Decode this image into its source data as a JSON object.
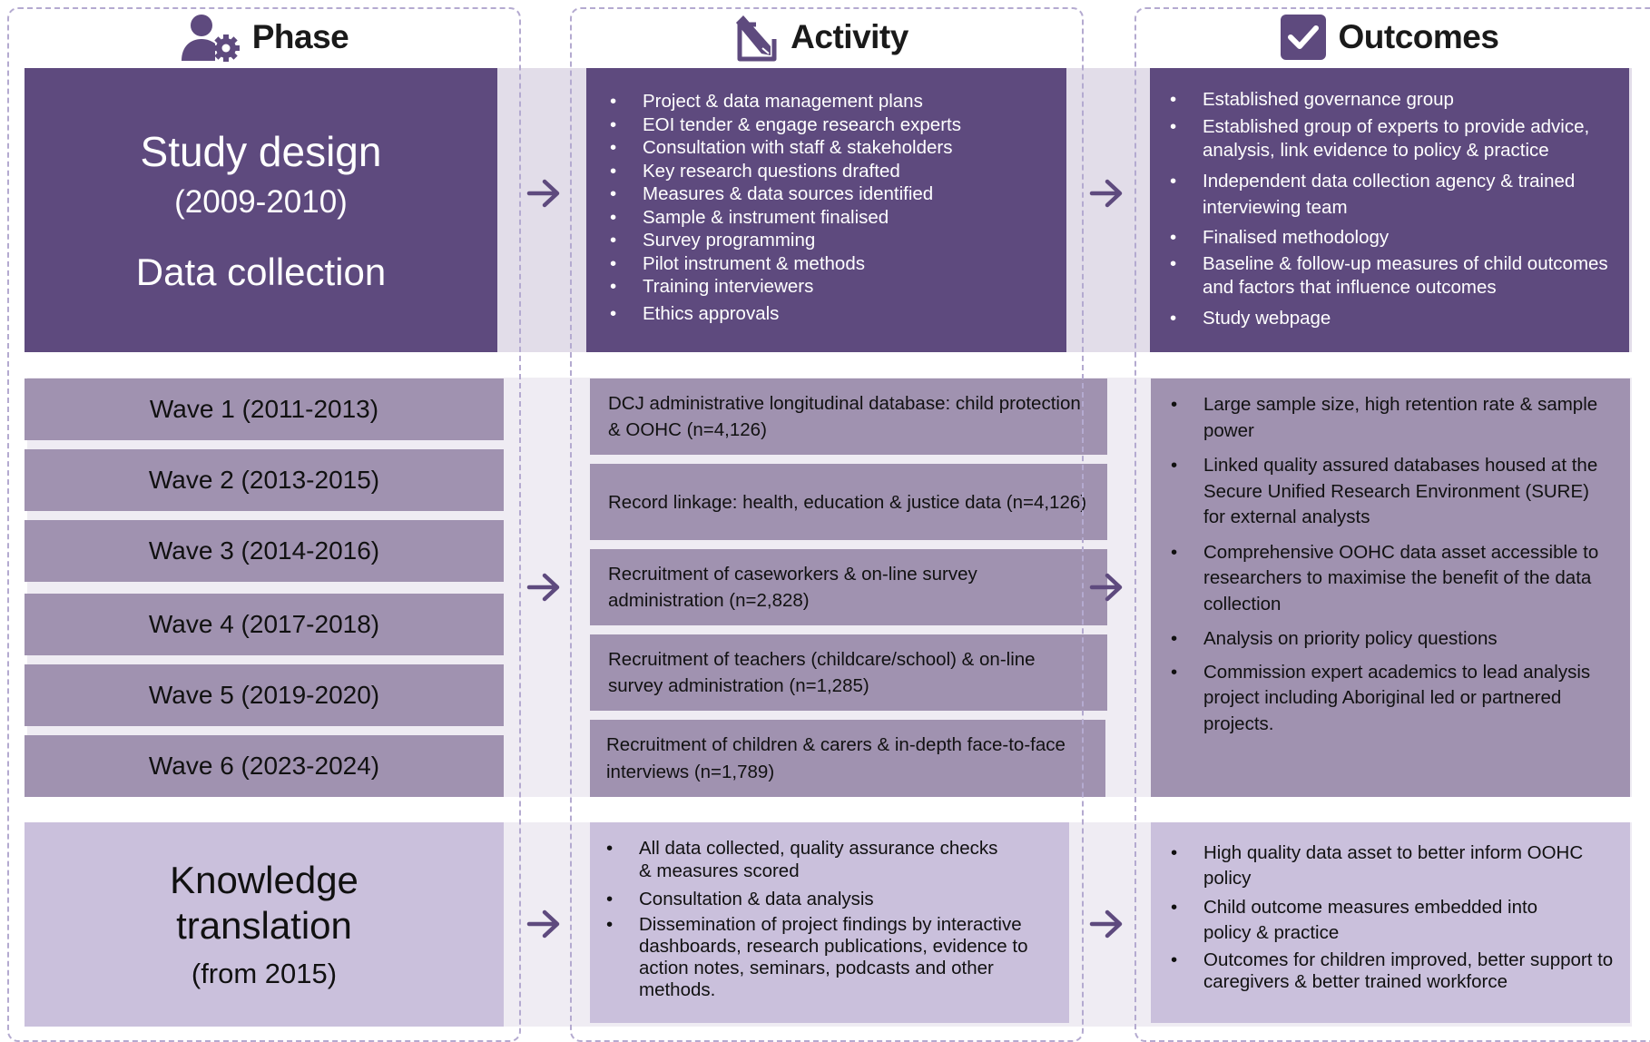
{
  "headers": {
    "phase": "Phase",
    "activity": "Activity",
    "outcomes": "Outcomes"
  },
  "icons": {
    "phase": "user-gear-icon",
    "activity": "pencil-square-icon",
    "outcomes": "check-square-icon",
    "arrow": "arrow-right-icon"
  },
  "colors": {
    "dark_purple": "#5e4a7e",
    "mid_purple": "#a092b0",
    "light_purple": "#cac0dc",
    "arrow": "#5e4a7e",
    "dashed_border": "#b4aad0"
  },
  "rows": {
    "design": {
      "phase_title": "Study design",
      "phase_years": "(2009-2010)",
      "phase_sub": "Data collection",
      "activities": [
        "Project & data management plans",
        "EOI tender & engage research experts",
        "Consultation with staff & stakeholders",
        "Key research questions drafted",
        "Measures & data sources identified",
        "Sample & instrument finalised",
        "Survey programming",
        "Pilot instrument & methods",
        "Training interviewers",
        "Ethics approvals"
      ],
      "outcomes": [
        "Established governance group",
        "Established group of experts to provide advice, analysis, link evidence to policy & practice",
        "Independent data collection agency & trained interviewing team",
        "Finalised methodology",
        "Baseline & follow-up measures of child outcomes and factors that influence outcomes",
        "Study webpage"
      ]
    },
    "waves": {
      "phases": [
        "Wave 1 (2011-2013)",
        "Wave 2 (2013-2015)",
        "Wave 3 (2014-2016)",
        "Wave 4 (2017-2018)",
        "Wave 5 (2019-2020)",
        "Wave 6 (2023-2024)"
      ],
      "activities": [
        "DCJ administrative longitudinal database: child protection & OOHC (n=4,126)",
        "Record linkage: health, education & justice data (n=4,126)",
        "Recruitment of caseworkers & on-line survey administration (n=2,828)",
        "Recruitment of teachers (childcare/school) & on-line survey administration (n=1,285)",
        "Recruitment of children & carers & in-depth face-to-face interviews (n=1,789)"
      ],
      "outcomes": [
        "Large sample size, high retention rate & sample power",
        "Linked quality assured databases housed at the Secure Unified Research Environment (SURE) for external analysts",
        "Comprehensive OOHC data asset accessible to researchers to maximise the benefit of the data collection",
        "Analysis on priority policy questions",
        "Commission expert academics to lead analysis project including Aboriginal led or partnered projects."
      ]
    },
    "knowledge": {
      "phase_title_1": "Knowledge",
      "phase_title_2": "translation",
      "phase_years": "(from 2015)",
      "activities": [
        "All data collected, quality assurance checks & measures scored",
        "Consultation & data analysis",
        "Dissemination of project findings by interactive dashboards, research publications, evidence to action notes, seminars, podcasts and other methods."
      ],
      "outcomes": [
        "High quality data asset to better inform OOHC policy",
        "Child outcome measures embedded into policy & practice",
        "Outcomes for children improved, better support to caregivers & better trained workforce"
      ]
    }
  }
}
